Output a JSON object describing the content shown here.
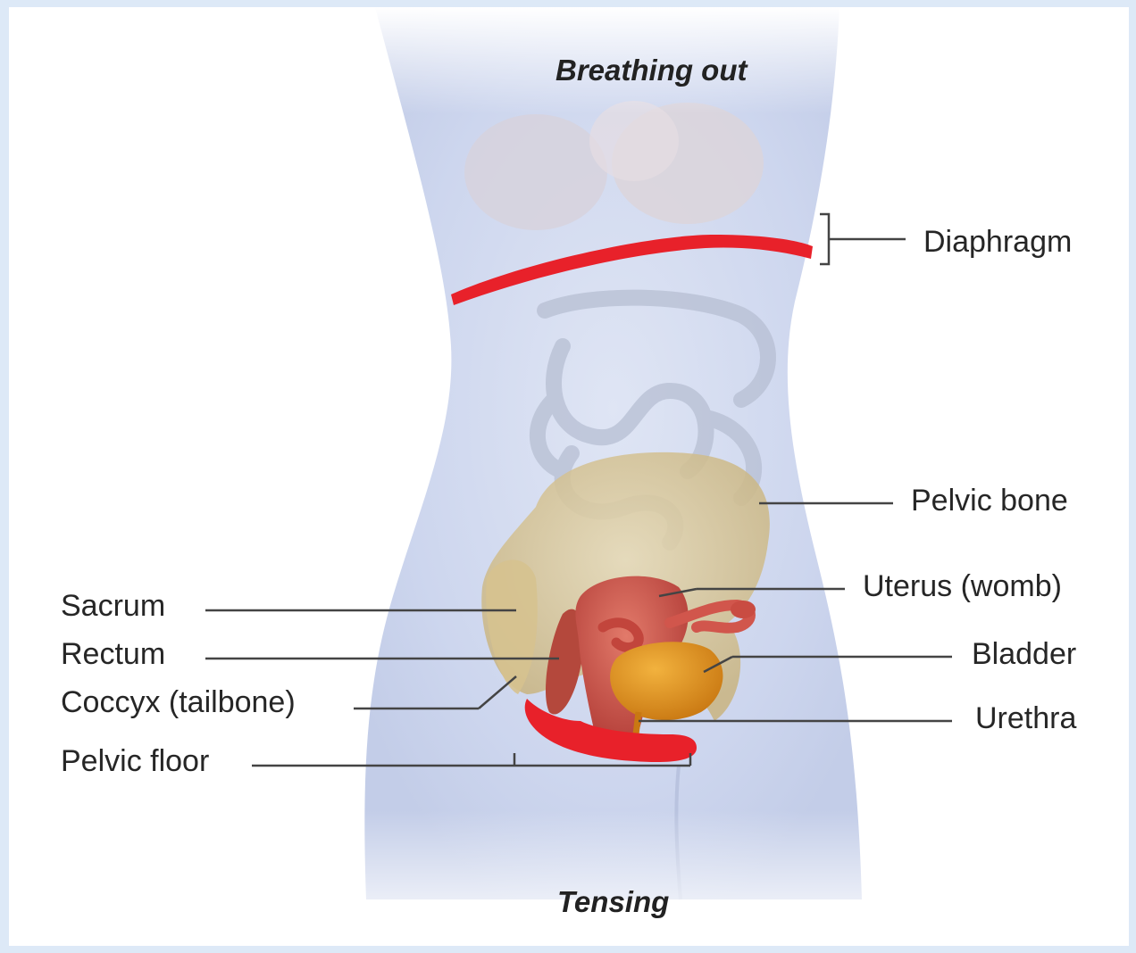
{
  "figure": {
    "top_caption": "Breathing out",
    "bottom_caption": "Tensing"
  },
  "labels": {
    "diaphragm": "Diaphragm",
    "pelvic_bone": "Pelvic bone",
    "uterus": "Uterus (womb)",
    "bladder": "Bladder",
    "urethra": "Urethra",
    "sacrum": "Sacrum",
    "rectum": "Rectum",
    "coccyx": "Coccyx (tailbone)",
    "pelvic_floor": "Pelvic floor"
  },
  "colors": {
    "background": "#dde9f7",
    "body": "#c9d4ec",
    "highlight_muscle": "#e8212a",
    "pelvis": "#d8c79a",
    "uterus": "#d0584f",
    "bladder": "#e59a22",
    "leader_line": "#444444"
  }
}
